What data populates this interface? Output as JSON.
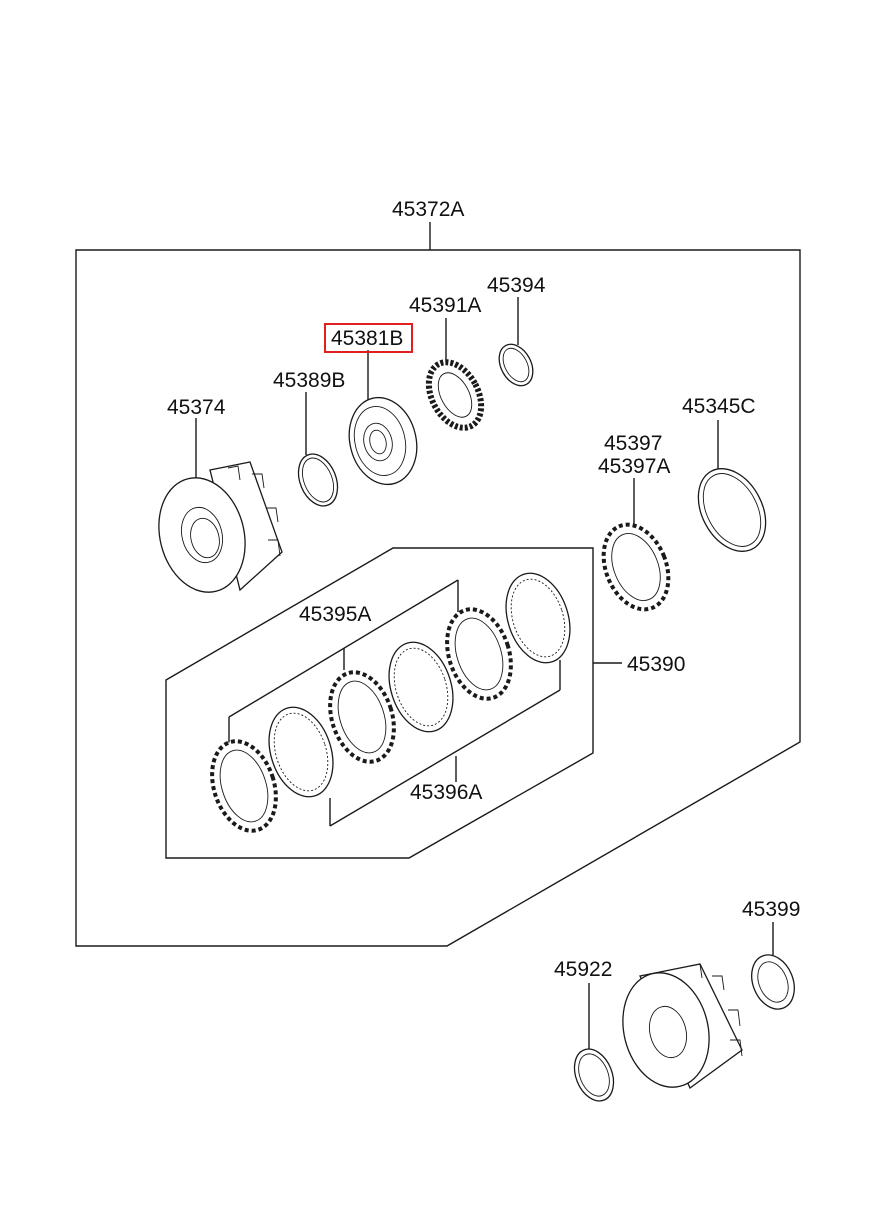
{
  "diagram": {
    "highlight_color": "#e02020",
    "labels": {
      "assembly": "45372A",
      "p45374": "45374",
      "p45389B": "45389B",
      "p45381B": "45381B",
      "p45391A": "45391A",
      "p45394": "45394",
      "p45345C": "45345C",
      "p45397": "45397",
      "p45397A": "45397A",
      "p45395A": "45395A",
      "p45390": "45390",
      "p45396A": "45396A",
      "p45399": "45399",
      "p45922": "45922"
    },
    "highlighted_part": "45381B"
  }
}
